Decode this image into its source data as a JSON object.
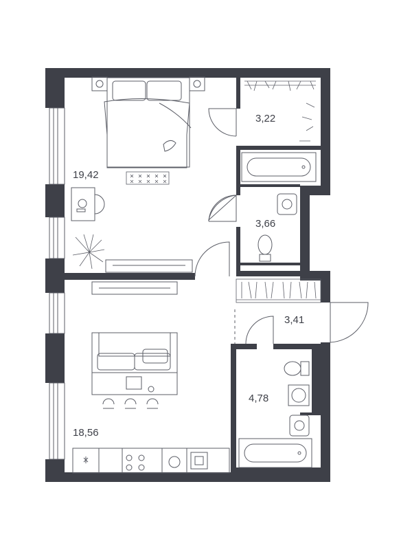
{
  "rooms": [
    {
      "id": "bedroom",
      "area": "19,42"
    },
    {
      "id": "wardrobe",
      "area": "3,22"
    },
    {
      "id": "bathroom",
      "area": "3,66"
    },
    {
      "id": "hallway",
      "area": "3,41"
    },
    {
      "id": "bathroom2",
      "area": "4,78"
    },
    {
      "id": "kitchen_living",
      "area": "18,56"
    }
  ],
  "colors": {
    "wall": "#3e4048",
    "line": "#5b5d66",
    "background": "#ffffff"
  }
}
